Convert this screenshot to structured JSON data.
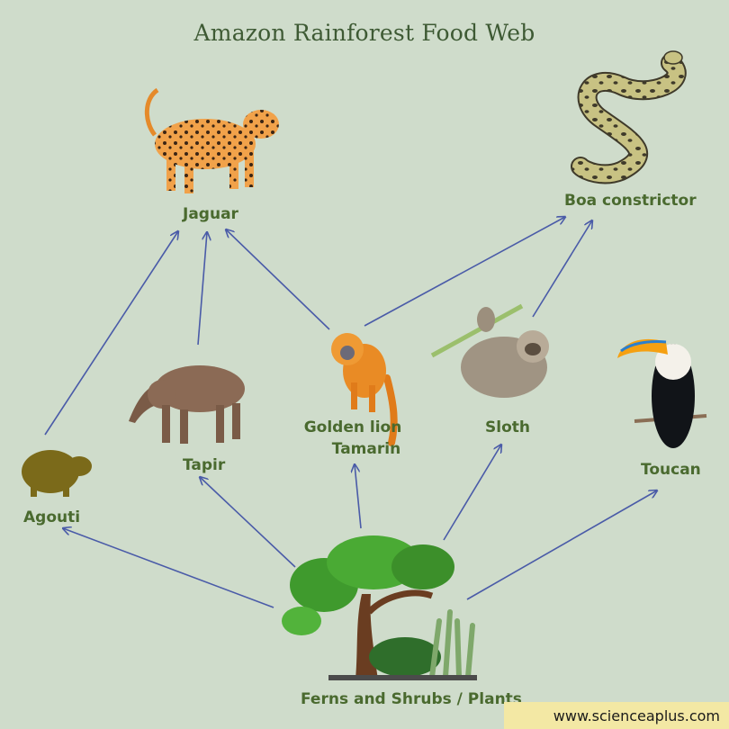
{
  "title": "Amazon Rainforest Food Web",
  "nodes": {
    "jaguar": "Jaguar",
    "boa": "Boa constrictor",
    "tapir": "Tapir",
    "tamarin_line1": "Golden lion",
    "tamarin_line2": "Tamarin",
    "sloth": "Sloth",
    "toucan": "Toucan",
    "agouti": "Agouti",
    "plants": "Ferns and Shrubs / Plants"
  },
  "arrow_color": "#4a5ba8",
  "footer": "www.scienceaplus.com"
}
